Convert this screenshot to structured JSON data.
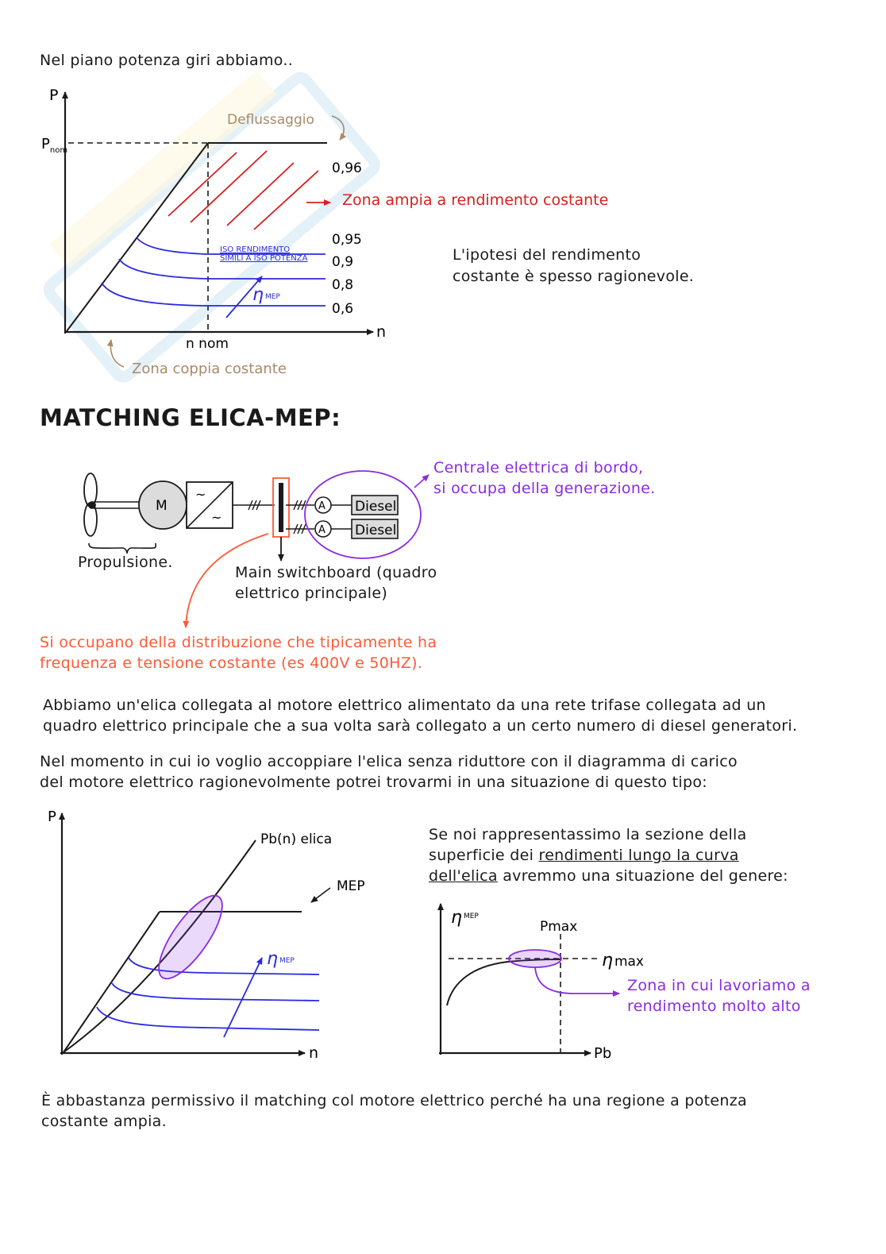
{
  "intro": "Nel piano potenza giri abbiamo..",
  "fig1": {
    "axis_y": "P",
    "p_nom_main": "P",
    "p_nom_sub": "nom",
    "axis_x": "n",
    "n_nom": "n nom",
    "deflussaggio": "Deflussaggio",
    "eff_096": "0,96",
    "zona_ampia": "Zona ampia a rendimento costante",
    "eff_095": "0,95",
    "eff_09": "0,9",
    "eff_08": "0,8",
    "eff_06": "0,6",
    "iso_line1": "ISO RENDIMENTO",
    "iso_line2": "SIMILI A ISO POTENZA",
    "eta_symbol": "η",
    "eta_sub": "MEP",
    "zona_coppia": "Zona coppia costante"
  },
  "ipotesi": [
    "L'ipotesi del rendimento",
    "costante è spesso ragionevole."
  ],
  "heading": "MATCHING ELICA-MEP:",
  "schema": {
    "motor": "M",
    "alternator": "A",
    "diesel": "Diesel",
    "propulsione": "Propulsione.",
    "centrale": [
      "Centrale elettrica di bordo,",
      "si occupa della generazione."
    ],
    "switchboard": [
      "Main switchboard (quadro",
      "elettrico principale)"
    ],
    "distribuzione": [
      "Si occupano della distribuzione che tipicamente ha",
      "frequenza e tensione costante (es 400V e 50HZ)."
    ]
  },
  "para1": [
    "Abbiamo un'elica collegata al motore elettrico alimentato da una rete trifase collegata ad un",
    "quadro elettrico principale che a sua volta sarà collegato a un certo numero di diesel generatori."
  ],
  "para2": [
    "Nel momento in cui io voglio accoppiare l'elica senza riduttore con il diagramma di carico",
    "del motore elettrico ragionevolmente potrei trovarmi in una situazione di questo tipo:"
  ],
  "fig2": {
    "axis_y": "P",
    "axis_x": "n",
    "curve_elica": "Pb(n) elica",
    "mep": "MEP",
    "eta_symbol": "η",
    "eta_sub": "MEP"
  },
  "sezione": {
    "line1": "Se noi rappresentassimo la sezione della",
    "line2_a": "superficie dei ",
    "line2_b": "rendimenti lungo la curva",
    "line3_a": "dell'elica",
    "line3_b": " avremmo una situazione del genere:"
  },
  "fig3": {
    "axis_y_symbol": "η",
    "axis_y_sub": "MEP",
    "pmax": "Pmax",
    "eta_max_symbol": "η",
    "eta_max": "max",
    "axis_x": "Pb",
    "zona": [
      "Zona in cui lavoriamo a",
      "rendimento molto alto"
    ]
  },
  "conclusione": [
    "È abbastanza permissivo il matching col motore elettrico perché ha una regione a potenza",
    "costante ampia."
  ]
}
